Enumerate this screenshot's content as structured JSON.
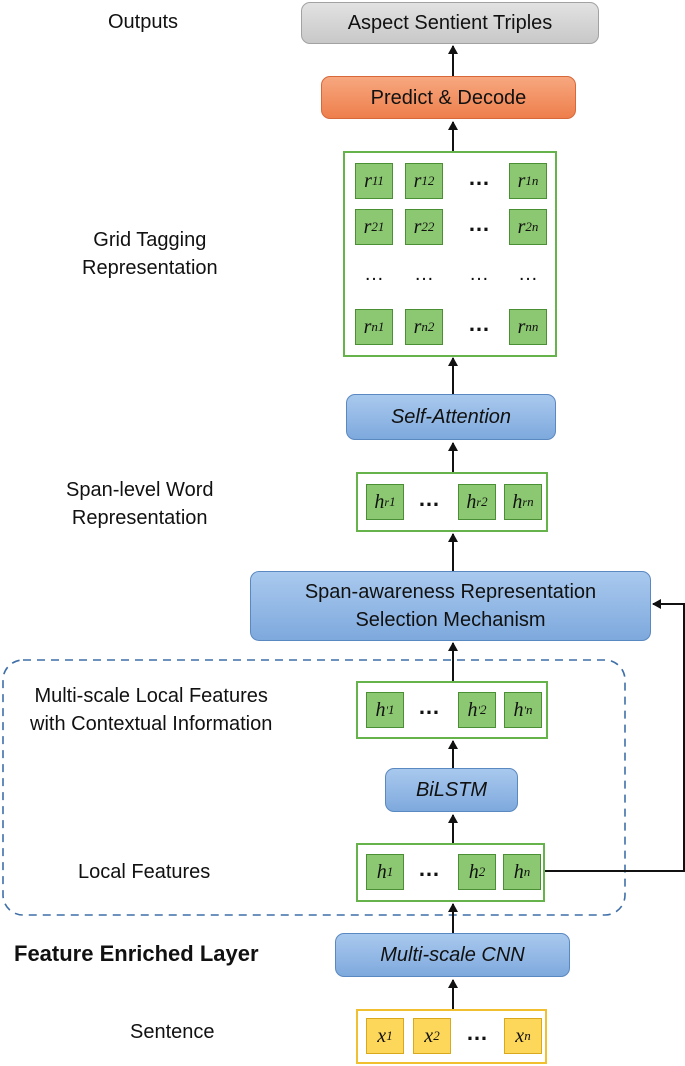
{
  "labels": {
    "outputs": "Outputs",
    "grid_tagging": [
      "Grid Tagging",
      "Representation"
    ],
    "span_level": [
      "Span-level Word",
      "Representation"
    ],
    "multi_scale_local": [
      "Multi-scale Local Features",
      "with Contextual Information"
    ],
    "local_features": "Local Features",
    "feature_enriched": "Feature Enriched Layer",
    "sentence": "Sentence"
  },
  "boxes": {
    "aspect_sentient_triples": "Aspect Sentient Triples",
    "predict_decode": "Predict & Decode",
    "self_attention": "Self-Attention",
    "span_awareness": [
      "Span-awareness Representation",
      "Selection Mechanism"
    ],
    "bilstm": "BiLSTM",
    "multi_scale_cnn": "Multi-scale CNN"
  },
  "grid": {
    "rows": [
      [
        {
          "b": "r",
          "sub": "11"
        },
        {
          "b": "r",
          "sub": "12"
        },
        {
          "dots": "…"
        },
        {
          "b": "r",
          "sub": "1n"
        }
      ],
      [
        {
          "b": "r",
          "sub": "21"
        },
        {
          "b": "r",
          "sub": "22"
        },
        {
          "dots": "…"
        },
        {
          "b": "r",
          "sub": "2n"
        }
      ],
      [
        {
          "dots": "…"
        },
        {
          "dots": "…"
        },
        {
          "dots": "…"
        },
        {
          "dots": "…"
        }
      ],
      [
        {
          "b": "r",
          "sub": "n1"
        },
        {
          "b": "r",
          "sub": "n2"
        },
        {
          "dots": "…"
        },
        {
          "b": "r",
          "sub": "nn"
        }
      ]
    ]
  },
  "span_vectors": [
    {
      "b": "h",
      "sup": "r",
      "sub": "1"
    },
    {
      "dots": "…"
    },
    {
      "b": "h",
      "sup": "r",
      "sub": "2"
    },
    {
      "b": "h",
      "sup": "r",
      "sub": "n"
    }
  ],
  "context_vectors": [
    {
      "b": "h",
      "sup": "'",
      "sub": "1"
    },
    {
      "dots": "…"
    },
    {
      "b": "h",
      "sup": "'",
      "sub": "2"
    },
    {
      "b": "h",
      "sup": "'",
      "sub": "n"
    }
  ],
  "local_vectors": [
    {
      "b": "h",
      "sub": "1"
    },
    {
      "dots": "…"
    },
    {
      "b": "h",
      "sub": "2"
    },
    {
      "b": "h",
      "sub": "n"
    }
  ],
  "sentence_tokens": [
    {
      "b": "x",
      "sub": "1"
    },
    {
      "b": "x",
      "sub": "2"
    },
    {
      "dots": "…"
    },
    {
      "b": "x",
      "sub": "n"
    }
  ]
}
